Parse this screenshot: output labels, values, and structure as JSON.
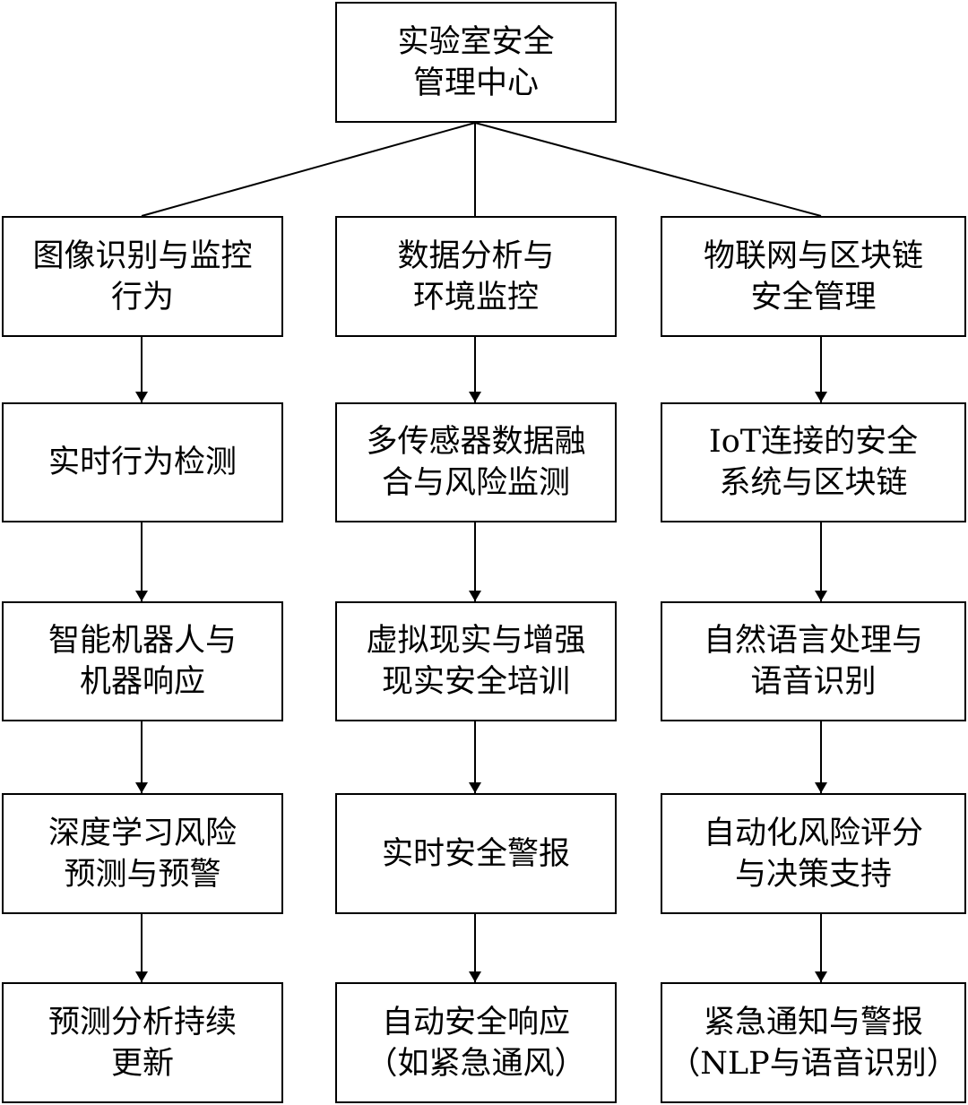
{
  "root": {
    "label": "实验室安全\n管理中心"
  },
  "columns": [
    {
      "header": "图像识别与监控\n行为",
      "steps": [
        "实时行为检测",
        "智能机器人与\n机器响应",
        "深度学习风险\n预测与预警",
        "预测分析持续\n更新"
      ]
    },
    {
      "header": "数据分析与\n环境监控",
      "steps": [
        "多传感器数据融\n合与风险监测",
        "虚拟现实与增强\n现实安全培训",
        "实时安全警报",
        "自动安全响应\n（如紧急通风）"
      ]
    },
    {
      "header": "物联网与区块链\n安全管理",
      "steps": [
        "IoT连接的安全\n系统与区块链",
        "自然语言处理与\n语音识别",
        "自动化风险评分\n与决策支持",
        "紧急通知与警报\n（NLP与语音识别）"
      ]
    }
  ]
}
